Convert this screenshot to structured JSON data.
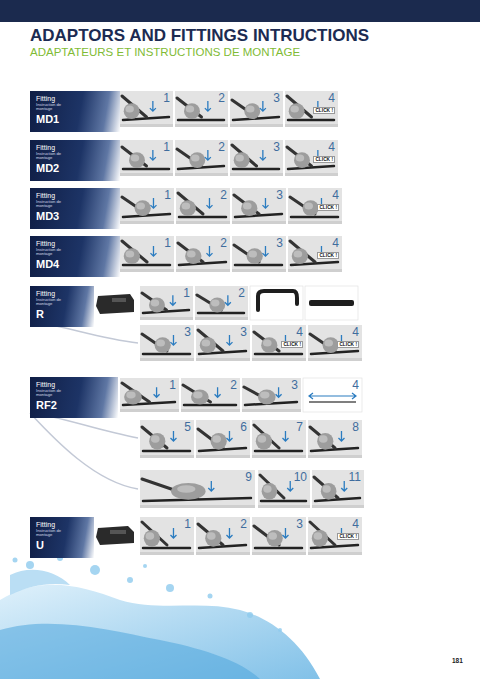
{
  "diagram": {
    "title": "ADAPTORS AND FITTINGS INTRUCTIONS",
    "nodes": [
      {
        "text": [
          "Fitting",
          "Instruction de montage",
          "MD1"
        ]
      },
      {
        "text": [
          "Fitting",
          "Instruction de montage",
          "MD2"
        ]
      },
      {
        "text": [
          "Fitting",
          "Instruction de montage",
          "MD3"
        ]
      },
      {
        "text": [
          "Fitting",
          "Instruction de montage",
          "MD4"
        ]
      },
      {
        "text": [
          "Fitting",
          "Instruction de montage",
          "R"
        ]
      },
      {
        "text": [
          "Fitting",
          "Instruction de montage",
          "RF2"
        ]
      },
      {
        "text": [
          "Fitting",
          "Instruction de montage",
          "U"
        ]
      }
    ],
    "labels": [
      "ADAPTATEURS ET INSTRUCTIONS DE MONTAGE",
      "1",
      "2",
      "3",
      "4",
      "CLICK !",
      "1",
      "2",
      "3",
      "4",
      "CLICK !",
      "1",
      "2",
      "3",
      "4",
      "CLICK !",
      "1",
      "2",
      "3",
      "4",
      "CLICK !",
      "1",
      "2",
      "3",
      "3",
      "CLICK !",
      "4",
      "CLICK !",
      "4",
      "1",
      "2",
      "3",
      "4",
      "5",
      "6",
      "7",
      "8",
      "9",
      "10",
      "11",
      "1",
      "2",
      "3",
      "4",
      "CLICK !",
      "181"
    ]
  }
}
